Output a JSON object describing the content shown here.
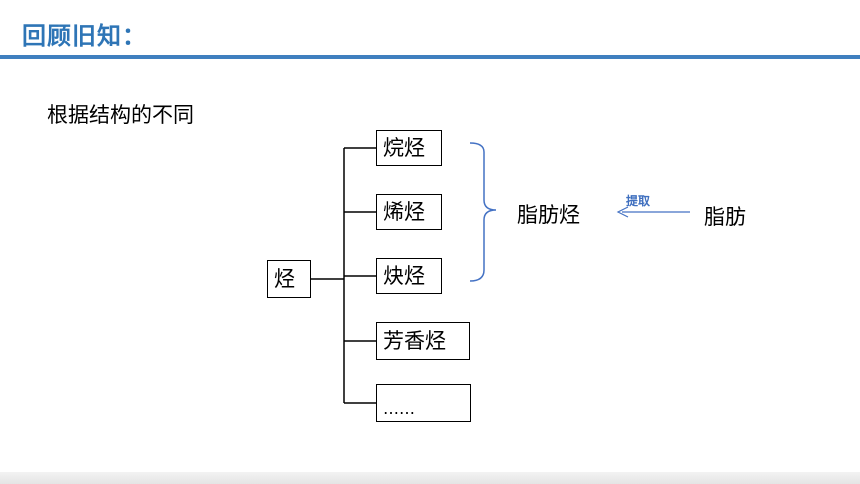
{
  "header": {
    "title": "回顾旧知："
  },
  "subtitle": "根据结构的不同",
  "tree": {
    "root": "烃",
    "children": [
      "烷烃",
      "烯烃",
      "炔烃",
      "芳香烃",
      "……"
    ]
  },
  "group_label": "脂肪烃",
  "arrow_label": "提取",
  "source_label": "脂肪",
  "colors": {
    "title": "#2e75b6",
    "rule": "#3f7fbf",
    "brace": "#4472c4",
    "arrow": "#4472c4"
  }
}
